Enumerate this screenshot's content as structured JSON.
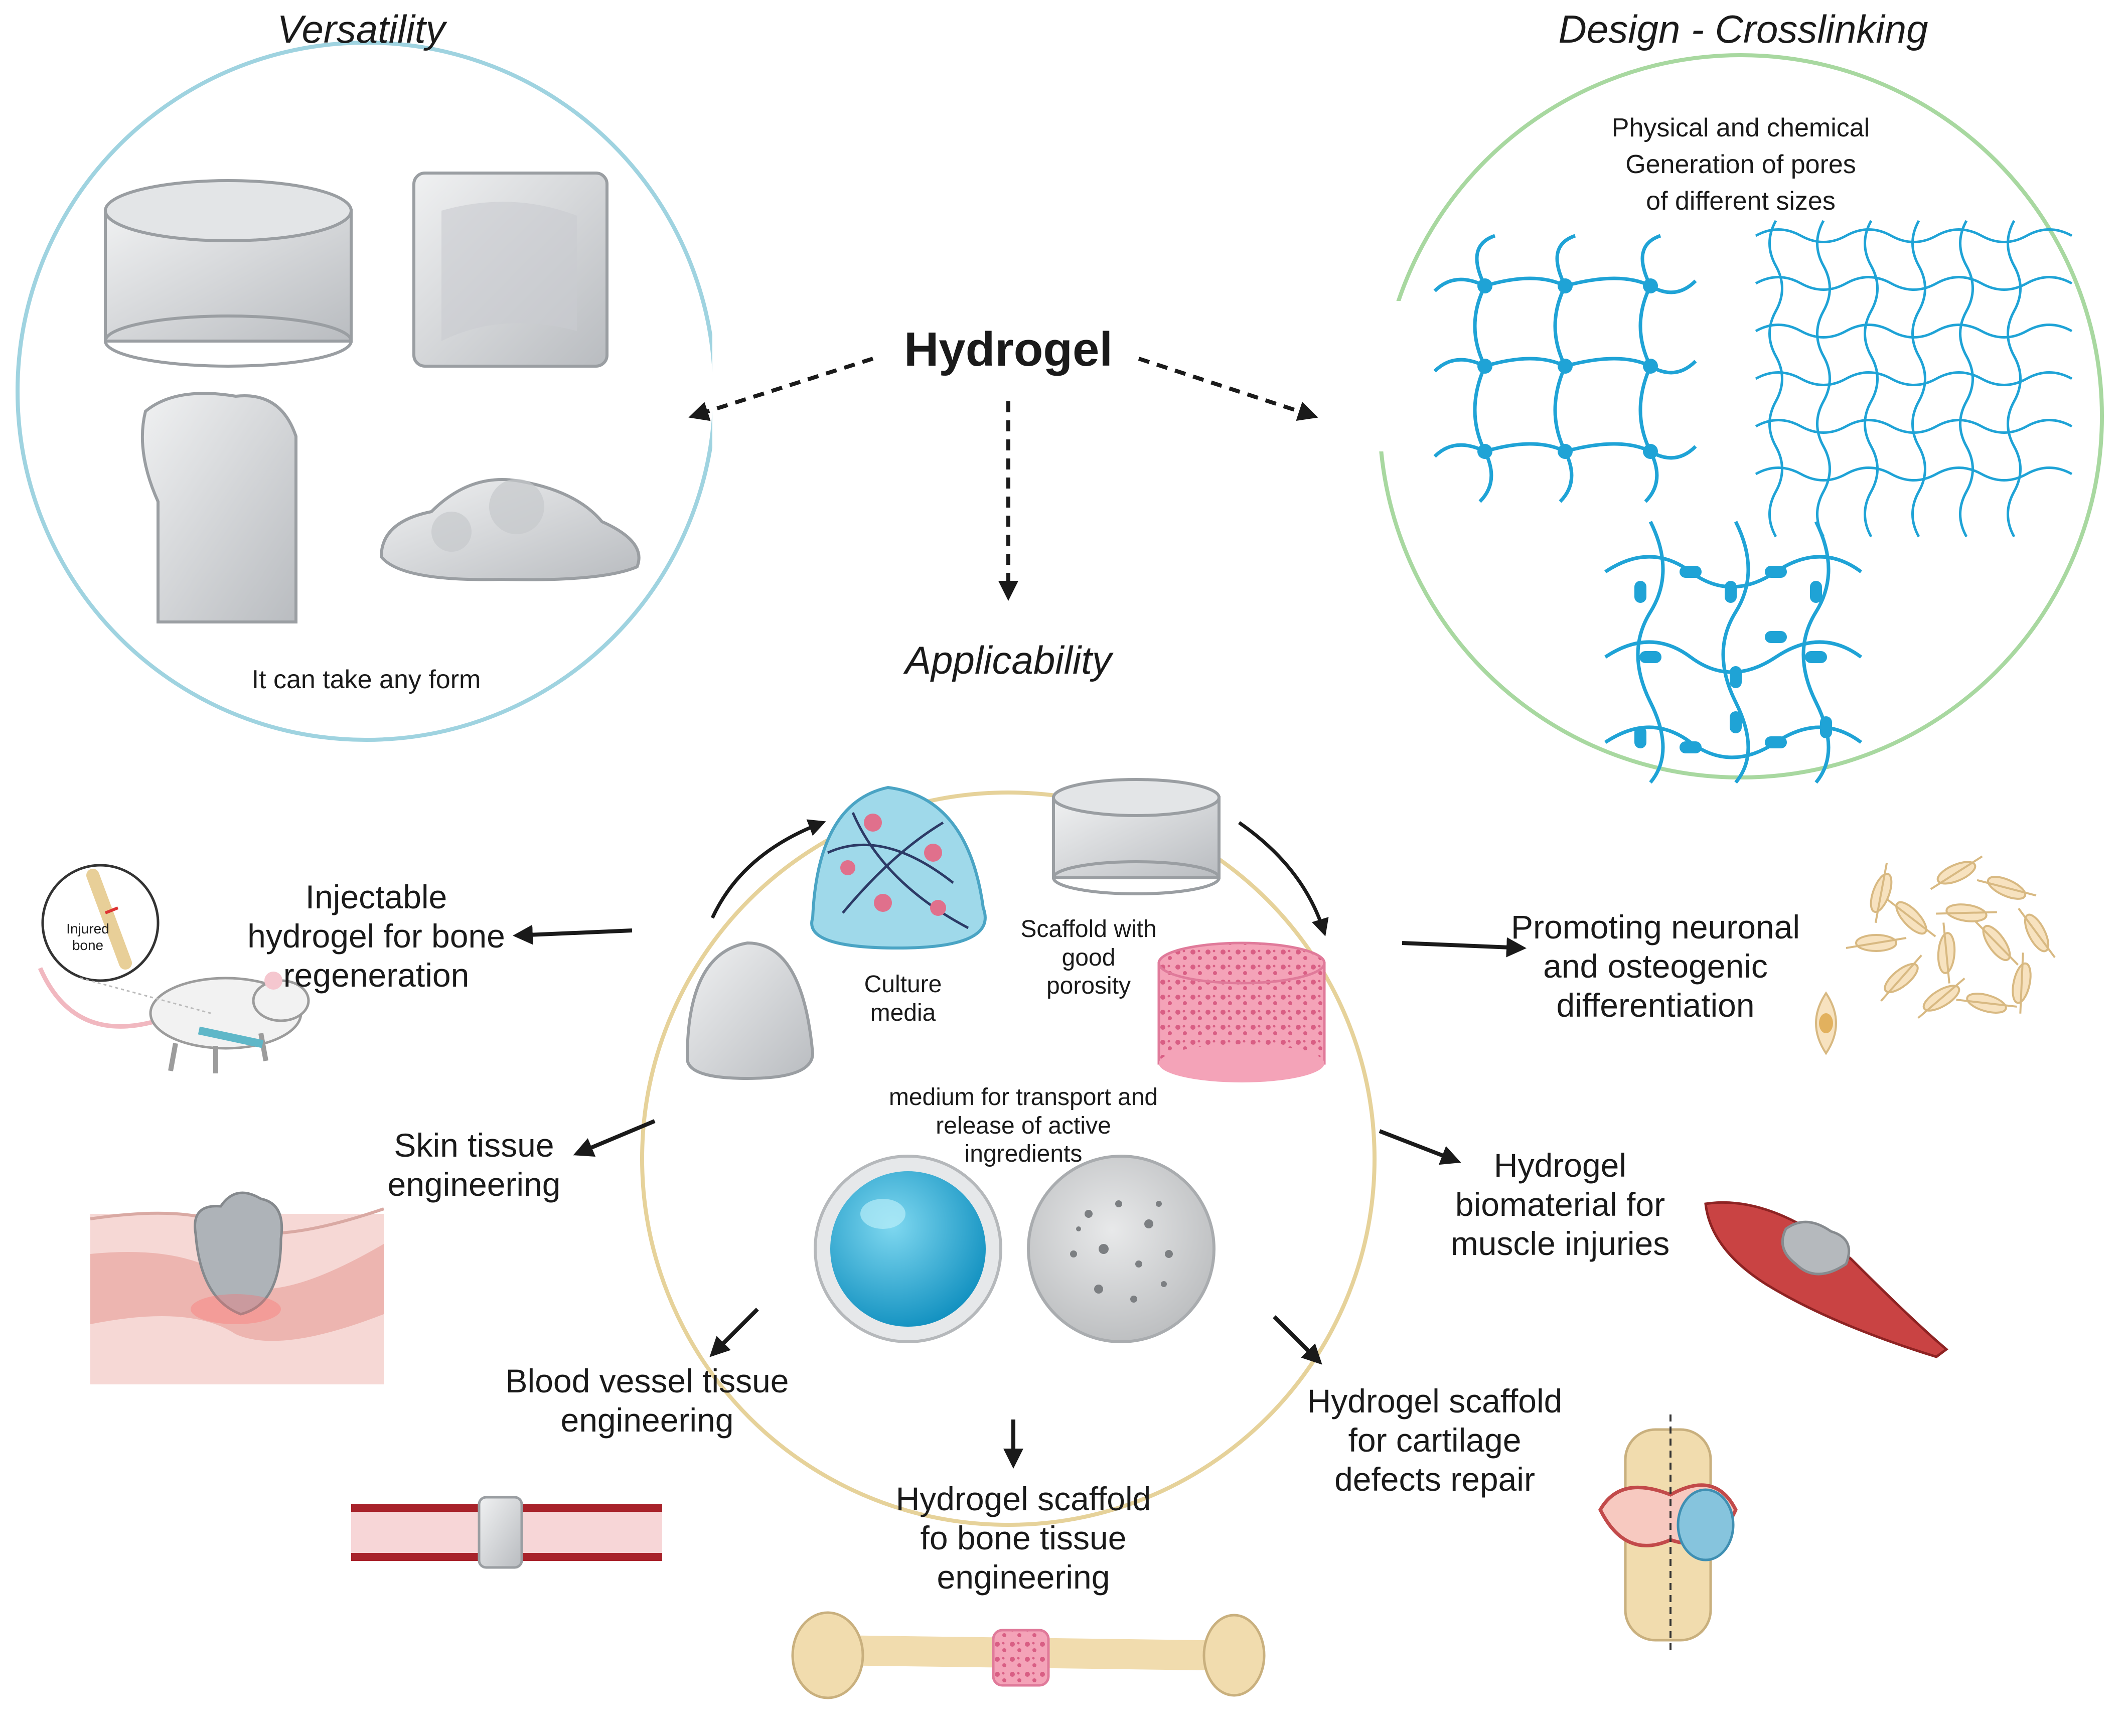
{
  "center": {
    "title": "Hydrogel"
  },
  "versatility": {
    "title": "Versatility",
    "caption": "It can take any form"
  },
  "design": {
    "title": "Design - Crosslinking",
    "caption_line1": "Physical and chemical",
    "caption_line2": "Generation of pores",
    "caption_line3": "of different sizes"
  },
  "applicability": {
    "title": "Applicability",
    "culture_label": "Culture media",
    "scaffold_label": "Scaffold with good porosity",
    "transport_label": "medium for transport and release of active ingredients"
  },
  "applications": {
    "injectable": "Injectable hydrogel for bone regeneration",
    "injured_bone": "Injured bone",
    "skin": "Skin tissue engineering",
    "blood_vessel": "Blood vessel tissue engineering",
    "bone_scaffold": "Hydrogel scaffold fo bone tissue engineering",
    "cartilage": "Hydrogel scaffold for cartilage defects repair",
    "muscle": "Hydrogel biomaterial for muscle injuries",
    "neuronal": "Promoting neuronal and osteogenic differentiation"
  },
  "colors": {
    "versatility_ring": "#9fd3e0",
    "design_ring": "#a8d8a0",
    "applicability_ring": "#e6d29a",
    "network": "#1fa3d6",
    "gel": "#d9dcdf",
    "porous": "#f08aa8"
  }
}
